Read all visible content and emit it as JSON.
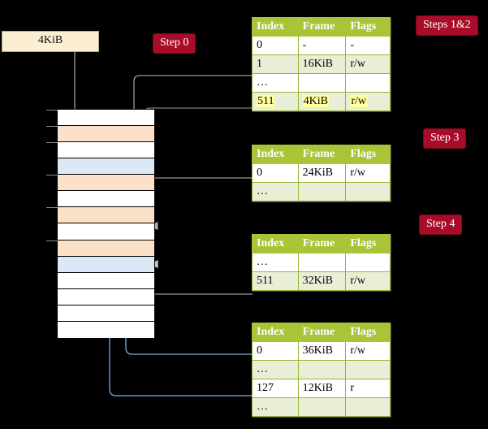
{
  "diagram": {
    "title_boxes": [
      {
        "name": "page-size-box",
        "label": "4KiB"
      }
    ],
    "step_badges": [
      {
        "name": "badge-step-0",
        "label": "Step 0"
      },
      {
        "name": "badge-steps-1-2",
        "label": "Steps 1&2"
      },
      {
        "name": "badge-step-3",
        "label": "Step 3"
      },
      {
        "name": "badge-step-4",
        "label": "Step 4"
      }
    ],
    "colors": {
      "badge_bg": "#a80c28",
      "header_bg": "#a8c437",
      "row_alt_bg": "#e9eed6",
      "highlight": "#ffff9e",
      "orange_frame": "#fde0c8",
      "blue_frame": "#dce8f7",
      "cream_box": "#fbeed2",
      "wire_gray": "#9a9a9a",
      "wire_blue": "#6f92c0",
      "background": "#000000"
    },
    "memory_column": {
      "name": "physical-memory-column",
      "rows": [
        {
          "fill": "white"
        },
        {
          "fill": "orange"
        },
        {
          "fill": "white"
        },
        {
          "fill": "blue"
        },
        {
          "fill": "orange"
        },
        {
          "fill": "white"
        },
        {
          "fill": "orange"
        },
        {
          "fill": "white"
        },
        {
          "fill": "orange"
        },
        {
          "fill": "blue"
        },
        {
          "fill": "white"
        },
        {
          "fill": "white"
        },
        {
          "fill": "white"
        },
        {
          "fill": "white"
        }
      ]
    },
    "tables": [
      {
        "name": "page-table-level-0",
        "columns": [
          "Index",
          "Frame",
          "Flags"
        ],
        "rows": [
          {
            "alt": false,
            "highlight": false,
            "cells": [
              "0",
              "-",
              "-"
            ]
          },
          {
            "alt": true,
            "highlight": false,
            "cells": [
              "1",
              "16KiB",
              "r/w"
            ]
          },
          {
            "alt": false,
            "highlight": false,
            "cells": [
              "…",
              "",
              ""
            ]
          },
          {
            "alt": true,
            "highlight": true,
            "cells": [
              "511",
              "4KiB",
              "r/w"
            ]
          }
        ]
      },
      {
        "name": "page-table-level-1",
        "columns": [
          "Index",
          "Frame",
          "Flags"
        ],
        "rows": [
          {
            "alt": false,
            "highlight": false,
            "cells": [
              "0",
              "24KiB",
              "r/w"
            ]
          },
          {
            "alt": true,
            "highlight": false,
            "cells": [
              "…",
              "",
              ""
            ]
          }
        ]
      },
      {
        "name": "page-table-level-2",
        "columns": [
          "Index",
          "Frame",
          "Flags"
        ],
        "rows": [
          {
            "alt": false,
            "highlight": false,
            "cells": [
              "…",
              "",
              ""
            ]
          },
          {
            "alt": true,
            "highlight": false,
            "cells": [
              "511",
              "32KiB",
              "r/w"
            ]
          }
        ]
      },
      {
        "name": "page-table-level-3",
        "columns": [
          "Index",
          "Frame",
          "Flags"
        ],
        "rows": [
          {
            "alt": false,
            "highlight": false,
            "cells": [
              "0",
              "36KiB",
              "r/w"
            ]
          },
          {
            "alt": true,
            "highlight": false,
            "cells": [
              "…",
              "",
              ""
            ]
          },
          {
            "alt": false,
            "highlight": false,
            "cells": [
              "127",
              "12KiB",
              "r"
            ]
          },
          {
            "alt": true,
            "highlight": false,
            "cells": [
              "…",
              "",
              ""
            ]
          }
        ]
      }
    ]
  }
}
